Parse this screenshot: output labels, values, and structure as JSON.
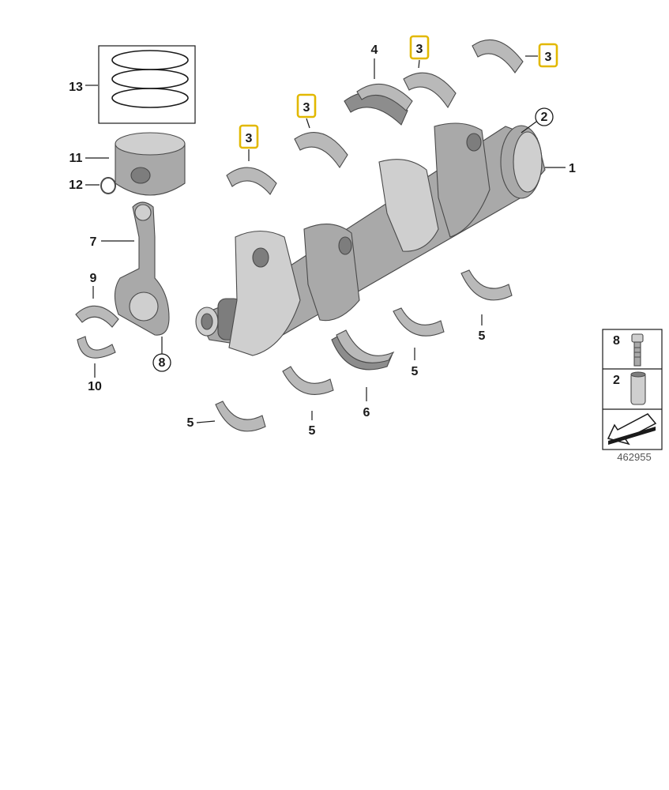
{
  "callouts": {
    "c1": "1",
    "c2": "2",
    "c3a": "3",
    "c3b": "3",
    "c3c": "3",
    "c3d": "3",
    "c4": "4",
    "c5a": "5",
    "c5b": "5",
    "c5c": "5",
    "c5d": "5",
    "c6": "6",
    "c7": "7",
    "c8": "8",
    "c9": "9",
    "c10": "10",
    "c11": "11",
    "c12": "12",
    "c13": "13"
  },
  "legend": {
    "bolt_label": "8",
    "dowel_label": "2"
  },
  "reference_number": "462955",
  "colors": {
    "highlight": "#e2b800",
    "part_grey": "#a9a9a9",
    "outline": "#4a4a4a"
  },
  "icons": [
    "crankshaft",
    "main-bearing-shell",
    "thrust-bearing",
    "piston",
    "piston-rings",
    "connecting-rod",
    "circlip",
    "bolt",
    "dowel-sleeve",
    "arrow-icon"
  ]
}
